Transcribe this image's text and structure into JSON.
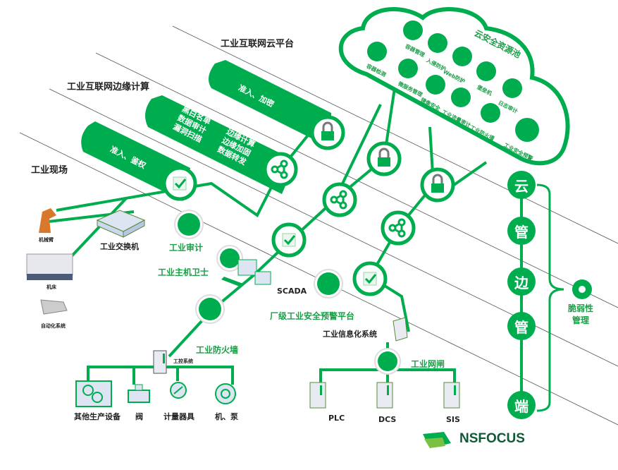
{
  "layers": {
    "cloud_platform": "工业互联网云平台",
    "edge_computing": "工业互联网边缘计算",
    "field": "工业现场"
  },
  "bands": {
    "cloud": "准入、加密",
    "edge_left": [
      "黑白名单",
      "数据审计",
      "漏洞扫描"
    ],
    "edge_right": [
      "边缘计算",
      "边缘加固",
      "数据转发"
    ],
    "field": "准入、鉴权"
  },
  "cloud_pool": {
    "title": "云安全资源池",
    "items": [
      {
        "label": "容器检测",
        "icon": "container-scan-icon"
      },
      {
        "label": "容器管理",
        "icon": "container-manage-icon"
      },
      {
        "label": "入侵防护",
        "icon": "shield-icon"
      },
      {
        "label": "Web防护",
        "icon": "web-protect-icon"
      },
      {
        "label": "微服务管理",
        "icon": "microservice-icon"
      },
      {
        "label": "镜像安全",
        "icon": "database-icon"
      },
      {
        "label": "工业流量审计",
        "icon": "traffic-audit-icon"
      },
      {
        "label": "堡垒机",
        "icon": "bastion-icon"
      },
      {
        "label": "日志审计",
        "icon": "log-audit-icon"
      },
      {
        "label": "工业防火墙",
        "icon": "firewall-icon"
      },
      {
        "label": "工业安全预警",
        "icon": "security-warning-icon"
      }
    ]
  },
  "field_devices": {
    "robot_arm": "机械臂",
    "lathe": "机床",
    "agv": "自动化系统",
    "switch": "工业交换机",
    "audit": "工业审计",
    "host_guard": "工业主机卫士",
    "scada": "SCADA",
    "firewall": "工业防火墙",
    "ics": "工控系统",
    "plant_warning": "厂级工业安全预警平台",
    "info_system": "工业信息化系统",
    "gateway": "工业网闸",
    "bottom_left": [
      "其他生产设备",
      "阀",
      "计量器具",
      "机、泵"
    ],
    "bottom_right": [
      "PLC",
      "DCS",
      "SIS"
    ]
  },
  "pillars": [
    "云",
    "管",
    "边",
    "管",
    "端"
  ],
  "vulnerability": {
    "line1": "脆弱性",
    "line2": "管理"
  },
  "brand": {
    "name": "NSFOCUS"
  },
  "colors": {
    "primary_green": "#00ad4e",
    "text_dark": "#222222",
    "label_green": "#1a9e48"
  }
}
